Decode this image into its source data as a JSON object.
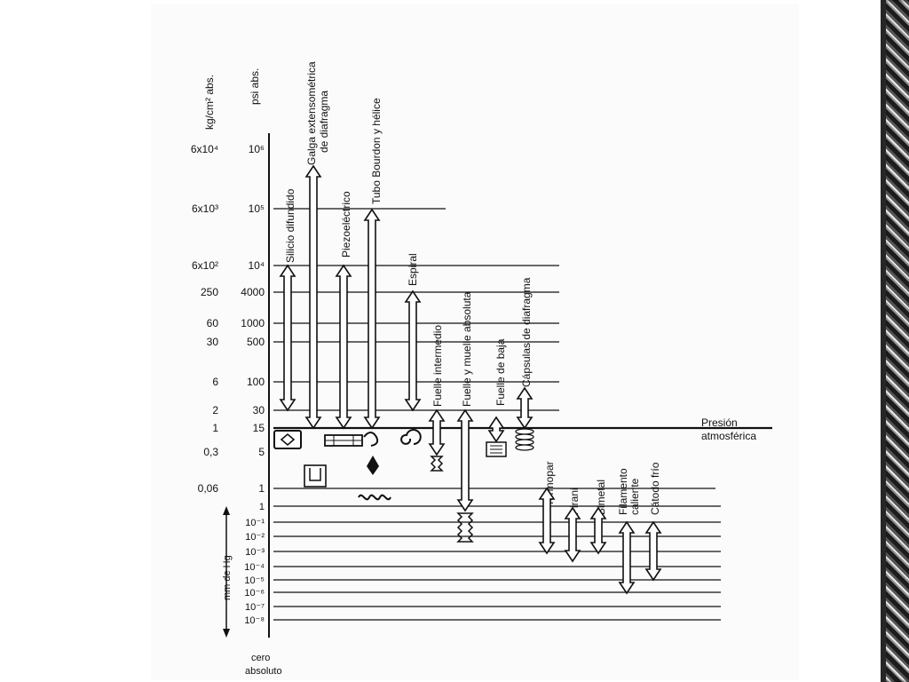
{
  "diagram": {
    "headers": {
      "kg": "kg/cm² abs.",
      "psi": "psi abs."
    },
    "kg_labels": [
      "6x10⁴",
      "6x10³",
      "6x10²",
      "250",
      "60",
      "30",
      "6",
      "2",
      "1",
      "0,3",
      "0,06"
    ],
    "psi_labels": [
      "10⁶",
      "10⁵",
      "10⁴",
      "4000",
      "1000",
      "500",
      "100",
      "30",
      "15",
      "5",
      "1"
    ],
    "mmhg_labels": [
      "1",
      "10⁻¹",
      "10⁻²",
      "10⁻³",
      "10⁻⁴",
      "10⁻⁵",
      "10⁻⁶",
      "10⁻⁷",
      "10⁻⁸"
    ],
    "mmhg_axis": "mm de Hg",
    "zero": [
      "cero",
      "absoluto"
    ],
    "atmospheric": [
      "Presión",
      "atmosférica"
    ],
    "instruments": [
      {
        "label": [
          "Silicio difundido"
        ]
      },
      {
        "label": [
          "Galga extensométrica",
          "de diafragma"
        ]
      },
      {
        "label": [
          "Piezoeléctrico"
        ]
      },
      {
        "label": [
          "Tubo Bourdon y hélice"
        ]
      },
      {
        "label": [
          "Espiral"
        ]
      },
      {
        "label": [
          "Fuelle intermedio"
        ]
      },
      {
        "label": [
          "Fuelle y muelle absoluta"
        ]
      },
      {
        "label": [
          "Fuelle de baja"
        ]
      },
      {
        "label": [
          "Cápsulas de diafragma"
        ]
      },
      {
        "label": [
          "Termopar"
        ]
      },
      {
        "label": [
          "Pirani"
        ]
      },
      {
        "label": [
          "Bimetal"
        ]
      },
      {
        "label": [
          "Filamento",
          "caliente"
        ]
      },
      {
        "label": [
          "Cátodo frío"
        ]
      }
    ]
  }
}
